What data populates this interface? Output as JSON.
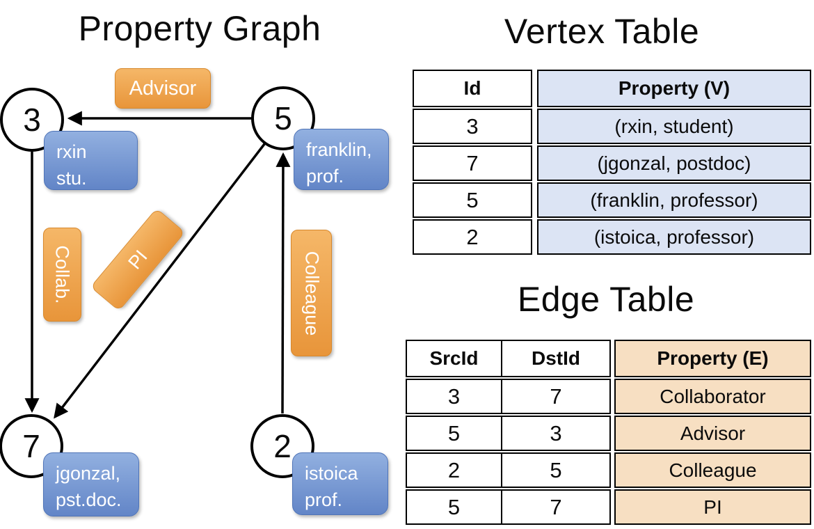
{
  "graph": {
    "title": "Property Graph",
    "nodes": [
      {
        "id": "3",
        "label_lines": [
          "rxin",
          "stu."
        ]
      },
      {
        "id": "5",
        "label_lines": [
          "franklin,",
          "prof."
        ]
      },
      {
        "id": "7",
        "label_lines": [
          "jgonzal,",
          "pst.doc."
        ]
      },
      {
        "id": "2",
        "label_lines": [
          "istoica",
          "prof."
        ]
      }
    ],
    "edge_labels": {
      "advisor": "Advisor",
      "collab": "Collab.",
      "pi": "PI",
      "colleague": "Colleague"
    }
  },
  "vertex_table": {
    "title": "Vertex Table",
    "columns": {
      "id": "Id",
      "property": "Property (V)"
    },
    "rows": [
      {
        "id": "3",
        "property": "(rxin, student)"
      },
      {
        "id": "7",
        "property": "(jgonzal, postdoc)"
      },
      {
        "id": "5",
        "property": "(franklin, professor)"
      },
      {
        "id": "2",
        "property": "(istoica, professor)"
      }
    ]
  },
  "edge_table": {
    "title": "Edge Table",
    "columns": {
      "src": "SrcId",
      "dst": "DstId",
      "property": "Property (E)"
    },
    "rows": [
      {
        "src": "3",
        "dst": "7",
        "property": "Collaborator"
      },
      {
        "src": "5",
        "dst": "3",
        "property": "Advisor"
      },
      {
        "src": "2",
        "dst": "5",
        "property": "Colleague"
      },
      {
        "src": "5",
        "dst": "7",
        "property": "PI"
      }
    ]
  },
  "colors": {
    "ink": "#000000",
    "orange_top": "#f5b768",
    "orange_bottom": "#e8953a",
    "orange_border": "#d8882b",
    "blue_top": "#92b0e0",
    "blue_bottom": "#6285c7",
    "blue_border": "#4f74b8",
    "vertex_cell": "#dce4f4",
    "edge_cell": "#f7dfc2"
  }
}
